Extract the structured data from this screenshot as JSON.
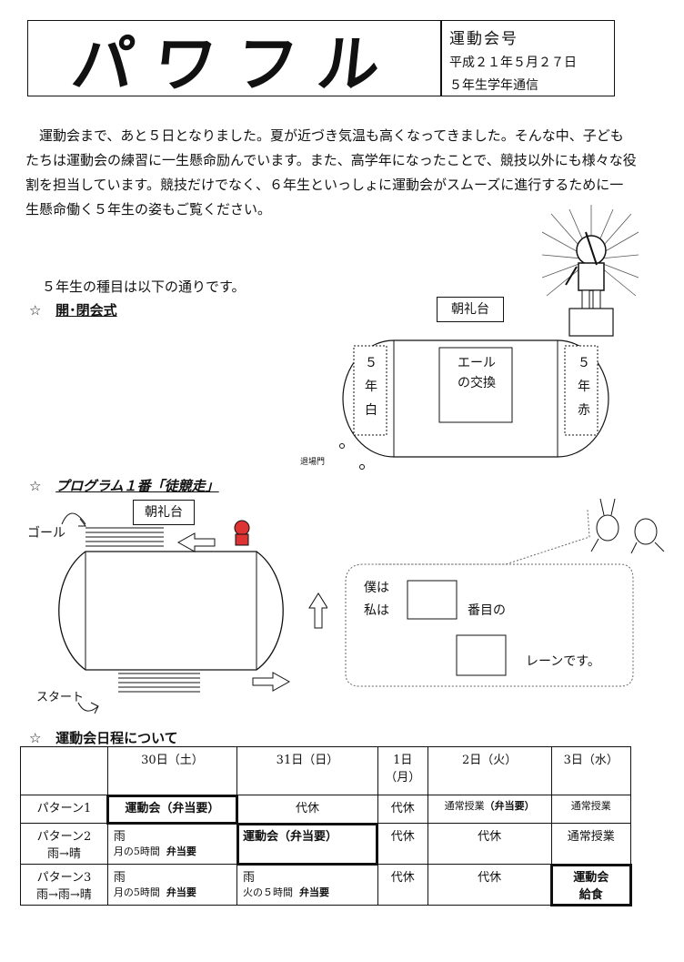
{
  "header": {
    "title": "パワフル",
    "issue": "運動会号",
    "date": "平成２１年５月２７日",
    "publisher": "５年生学年通信"
  },
  "intro_text": "運動会まで、あと５日となりました。夏が近づき気温も高くなってきました。そんな中、子どもたちは運動会の練習に一生懸命励んでいます。また、高学年になったことで、競技以外にも様々な役割を担当しています。競技だけでなく、６年生といっしょに運動会がスムーズに進行するために一生懸命働く５年生の姿もご覧ください。",
  "events_intro": "５年生の種目は以下の通りです。",
  "section1": {
    "star": "☆",
    "title": "開･閉会式",
    "stand": "朝礼台",
    "left_team": [
      "５",
      "年",
      "白"
    ],
    "right_team": [
      "５",
      "年",
      "赤"
    ],
    "center": "エール\nの交換",
    "exit": "退場門"
  },
  "section2": {
    "star": "☆",
    "title": "プログラム１番「徒競走」",
    "stand": "朝礼台",
    "goal": "ゴール",
    "start": "スタート",
    "bubble_line1": "僕は",
    "bubble_line2": "私は",
    "bubble_order": "番目の",
    "bubble_lane": "レーンです。"
  },
  "section3": {
    "star": "☆",
    "title": "運動会日程について",
    "headers": [
      "",
      "30日（土）",
      "31日（日）",
      "1日\n（月）",
      "2日（火）",
      "3日（水）"
    ],
    "rows": [
      {
        "label": "パターン1",
        "c1": "運動会（弁当要）",
        "c2": "代休",
        "c3": "代休",
        "c4a": "通常授業",
        "c4b": "（弁当要）",
        "c5": "通常授業"
      },
      {
        "label": "パターン2",
        "sub": "雨→晴",
        "c1": "雨",
        "c1b": "月の5時間",
        "c1c": "弁当要",
        "c2": "運動会（弁当要）",
        "c3": "代休",
        "c4": "代休",
        "c5": "通常授業"
      },
      {
        "label": "パターン3",
        "sub": "雨→雨→晴",
        "c1": "雨",
        "c1b": "月の5時間",
        "c1c": "弁当要",
        "c2": "雨",
        "c2b": "火の５時間",
        "c2c": "弁当要",
        "c3": "代休",
        "c4": "代休",
        "c5a": "運動会",
        "c5b": "給食"
      }
    ]
  }
}
